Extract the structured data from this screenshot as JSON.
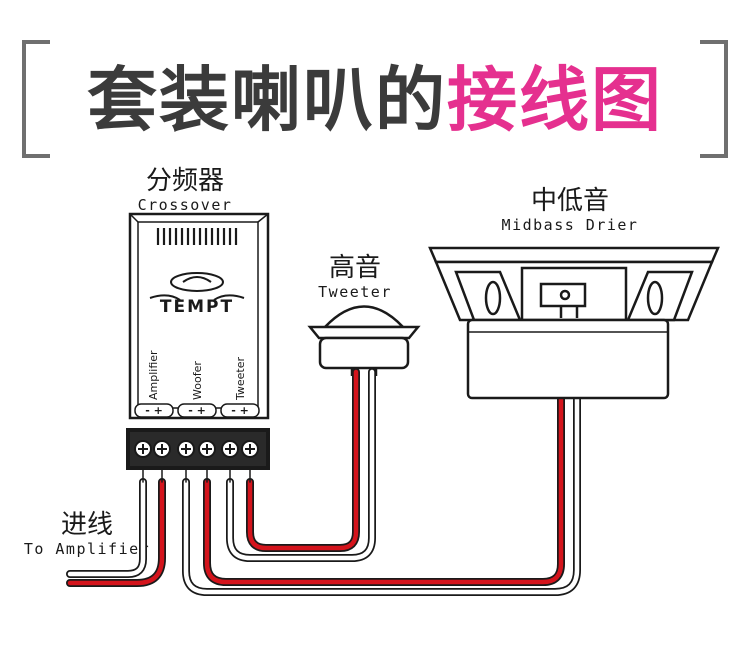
{
  "title": {
    "part1": "套装喇叭的",
    "part2": "接线图"
  },
  "crossover": {
    "label_zh": "分频器",
    "label_en": "Crossover",
    "brand": "TEMPT",
    "channels": [
      {
        "name": "Amplifier",
        "polarity": "- +"
      },
      {
        "name": "Woofer",
        "polarity": "- +"
      },
      {
        "name": "Tweeter",
        "polarity": "- +"
      }
    ]
  },
  "tweeter": {
    "label_zh": "高音",
    "label_en": "Tweeter"
  },
  "midbass": {
    "label_zh": "中低音",
    "label_en": "Midbass Drier"
  },
  "input": {
    "label_zh": "进线",
    "label_en": "To Amplifier"
  },
  "colors": {
    "title_dark": "#3b3b3b",
    "title_accent": "#e5308f",
    "wire_positive": "#d4141c",
    "wire_negative": "#ffffff",
    "outline": "#1a1a1a",
    "bracket": "#6f6f6f"
  }
}
